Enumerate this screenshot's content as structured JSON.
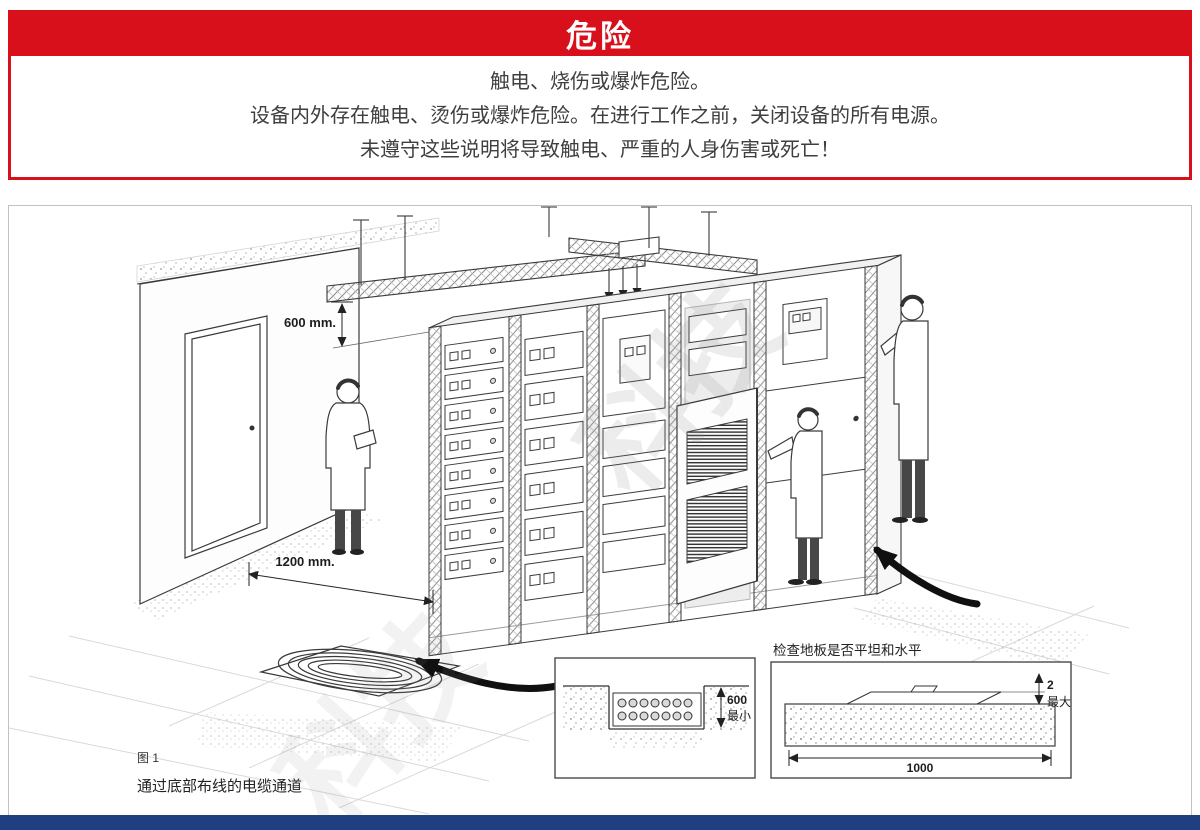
{
  "danger_banner": {
    "title": "危险"
  },
  "warning_box": {
    "lines": [
      "触电、烧伤或爆炸危险。",
      "设备内外存在触电、烫伤或爆炸危险。在进行工作之前，关闭设备的所有电源。",
      "未遵守这些说明将导致触电、严重的人身伤害或死亡！"
    ]
  },
  "figure": {
    "dim_ceiling_clearance": "600 mm.",
    "dim_floor_clearance": "1200 mm.",
    "inset_channel": {
      "dim_value": "600",
      "dim_qualifier": "最小"
    },
    "inset_floor": {
      "title": "检查地板是否平坦和水平",
      "dim_width": "1000",
      "dim_tolerance": "2",
      "dim_qualifier": "最大"
    },
    "caption_label": "图 1",
    "caption_text": "通过底部布线的电缆通道"
  },
  "watermark": {
    "text": "科技"
  },
  "colors": {
    "danger_red": "#d8101c",
    "footer_navy": "#1e4080",
    "drawing_line": "#3a3a3a"
  }
}
